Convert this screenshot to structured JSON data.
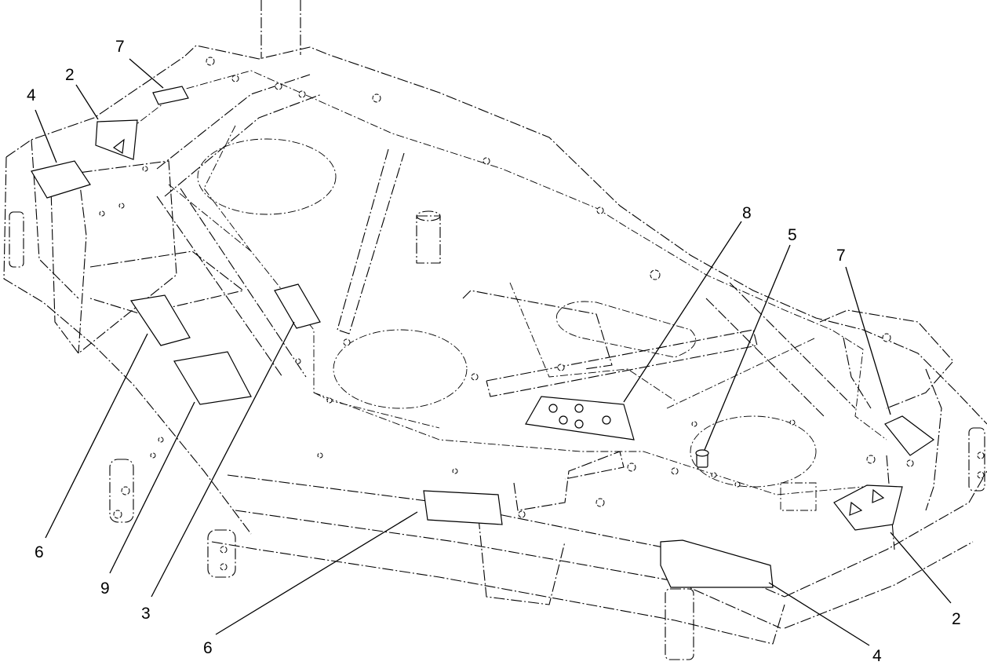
{
  "callouts": [
    {
      "id": "c1",
      "label": "7"
    },
    {
      "id": "c2",
      "label": "2"
    },
    {
      "id": "c3",
      "label": "4"
    },
    {
      "id": "c4",
      "label": "8"
    },
    {
      "id": "c5",
      "label": "5"
    },
    {
      "id": "c6",
      "label": "7"
    },
    {
      "id": "c7",
      "label": "6"
    },
    {
      "id": "c8",
      "label": "9"
    },
    {
      "id": "c9",
      "label": "3"
    },
    {
      "id": "c10",
      "label": "6"
    },
    {
      "id": "c11",
      "label": "4"
    },
    {
      "id": "c12",
      "label": "2"
    }
  ]
}
